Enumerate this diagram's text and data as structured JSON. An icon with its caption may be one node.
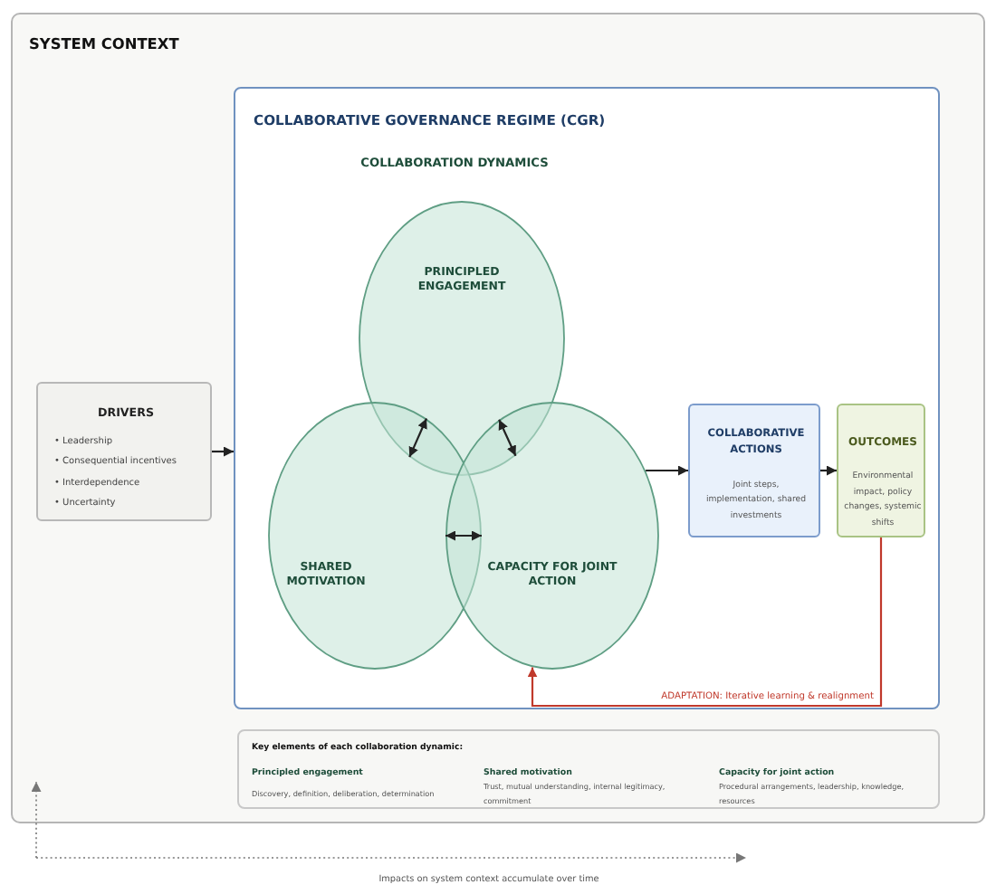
{
  "diagram": {
    "nodes": [
      {
        "text": [
          "SYSTEM CONTEXT"
        ]
      },
      {
        "text": [
          "DRIVERS",
          "• Leadership",
          "• Consequential incentives",
          "• Interdependence",
          "• Uncertainty"
        ],
        "in": 0
      },
      {
        "text": [
          "COLLABORATIVE GOVERNANCE REGIME (CGR)",
          "COLLABORATION DYNAMICS"
        ],
        "in": 0
      },
      {
        "text": [
          "PRINCIPLED ENGAGEMENT"
        ],
        "in": 2
      },
      {
        "text": [
          "SHARED MOTIVATION"
        ],
        "in": 2
      },
      {
        "text": [
          "CAPACITY FOR JOINT ACTION"
        ],
        "in": 2
      },
      {
        "text": [
          "COLLABORATIVE ACTIONS",
          "Joint steps, implementation, shared investments"
        ],
        "in": 2
      },
      {
        "text": [
          "OUTCOMES",
          "Environmental impact, policy changes, systemic shifts"
        ],
        "in": 2
      },
      {
        "text": [
          "Key elements of each collaboration dynamic:",
          "Principled engagement",
          "Discovery, definition, deliberation, determination",
          "Shared motivation",
          "Trust, mutual understanding, internal legitimacy, commitment",
          "Capacity for joint action",
          "Procedural arrangements, leadership, knowledge, resources"
        ],
        "in": 0
      }
    ],
    "edges": [
      {
        "from": 1,
        "to": 2,
        "arrow": "to"
      },
      {
        "from": 3,
        "to": 4,
        "arrow": "both"
      },
      {
        "from": 3,
        "to": 5,
        "arrow": "both"
      },
      {
        "from": 4,
        "to": 5,
        "arrow": "both"
      },
      {
        "from": 5,
        "to": 6,
        "arrow": "to"
      },
      {
        "from": 6,
        "to": 7,
        "arrow": "to"
      },
      {
        "from": 7,
        "to": 5,
        "arrow": "to",
        "label": "ADAPTATION: Iterative learning & realignment",
        "color": "#c0392b"
      }
    ],
    "labels": [
      "Impacts on system context accumulate over time"
    ]
  }
}
